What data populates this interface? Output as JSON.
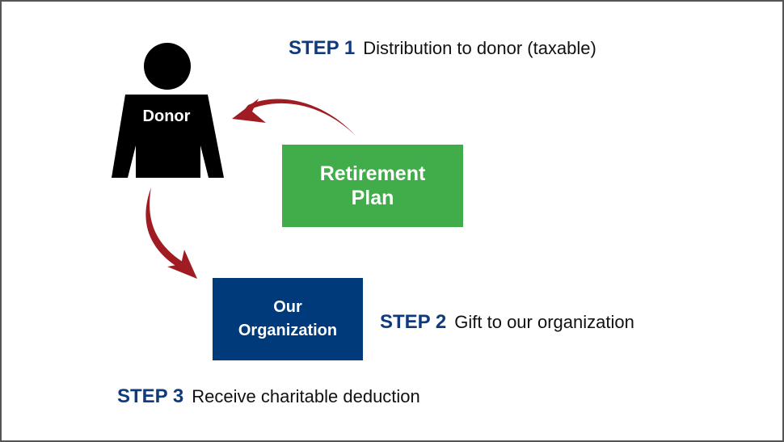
{
  "donor": {
    "label": "Donor"
  },
  "retirement_plan": {
    "line1": "Retirement",
    "line2": "Plan"
  },
  "organization": {
    "line1": "Our",
    "line2": "Organization"
  },
  "steps": [
    {
      "number": "STEP 1",
      "text": "Distribution to donor (taxable)"
    },
    {
      "number": "STEP 2",
      "text": "Gift to our organization"
    },
    {
      "number": "STEP 3",
      "text": "Receive charitable deduction"
    }
  ],
  "colors": {
    "step_blue": "#0f3a7d",
    "arrow_red": "#a01c22",
    "plan_green": "#41ad4a",
    "org_navy": "#003a7a"
  }
}
